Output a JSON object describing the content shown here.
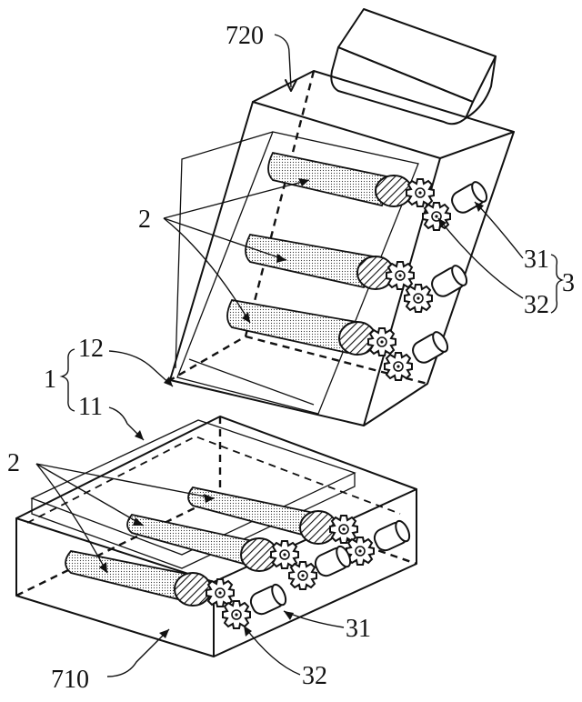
{
  "labels": {
    "backrest": "720",
    "seat_cushion": "710",
    "airbag_top": "2",
    "airbag_bottom": "2",
    "motor_top": "31",
    "pump_top": "32",
    "group_3": "3",
    "group_1": "1",
    "layer_12": "12",
    "layer_11": "11",
    "motor_bottom": "31",
    "pump_bottom": "32"
  },
  "colors": {
    "line": "#111111",
    "background": "#ffffff"
  }
}
